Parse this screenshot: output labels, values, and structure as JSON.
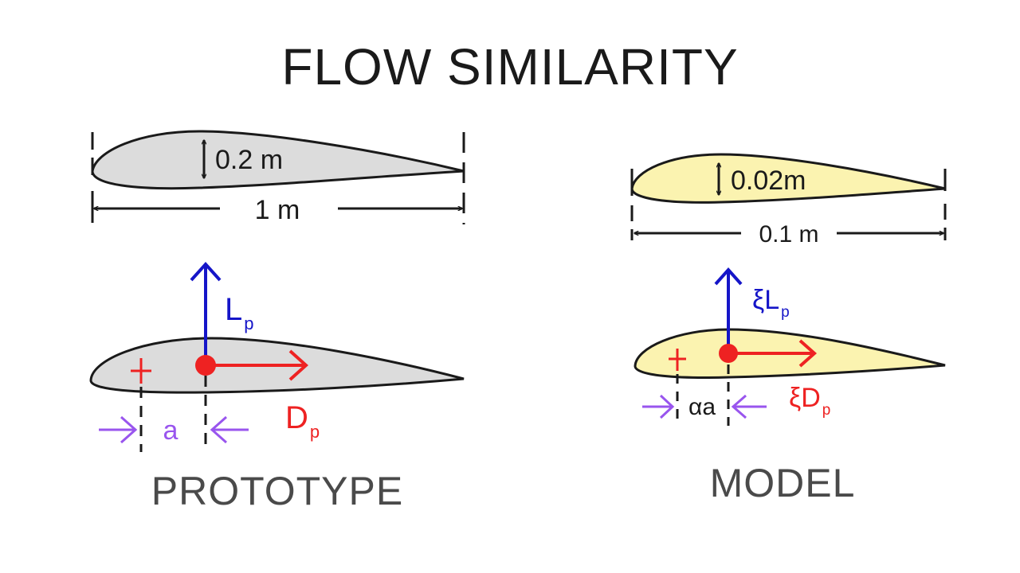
{
  "title": "FLOW SIMILARITY",
  "colors": {
    "prototype_fill": "#dcdcdc",
    "model_fill": "#fbf3b0",
    "outline": "#1a1a1a",
    "lift": "#1515c8",
    "drag": "#ee2222",
    "offset": "#9955ee",
    "caption": "#4a4a4a"
  },
  "prototype": {
    "thickness_label": "0.2 m",
    "chord_label": "1 m",
    "lift_label": "L",
    "lift_sub": "p",
    "drag_label": "D",
    "drag_sub": "p",
    "offset_label": "a",
    "caption": "PROTOTYPE"
  },
  "model": {
    "thickness_label": "0.02m",
    "chord_label": "0.1 m",
    "lift_label": "ξL",
    "lift_sub": "p",
    "drag_label": "ξD",
    "drag_sub": "p",
    "offset_label": "αa",
    "caption": "MODEL"
  }
}
